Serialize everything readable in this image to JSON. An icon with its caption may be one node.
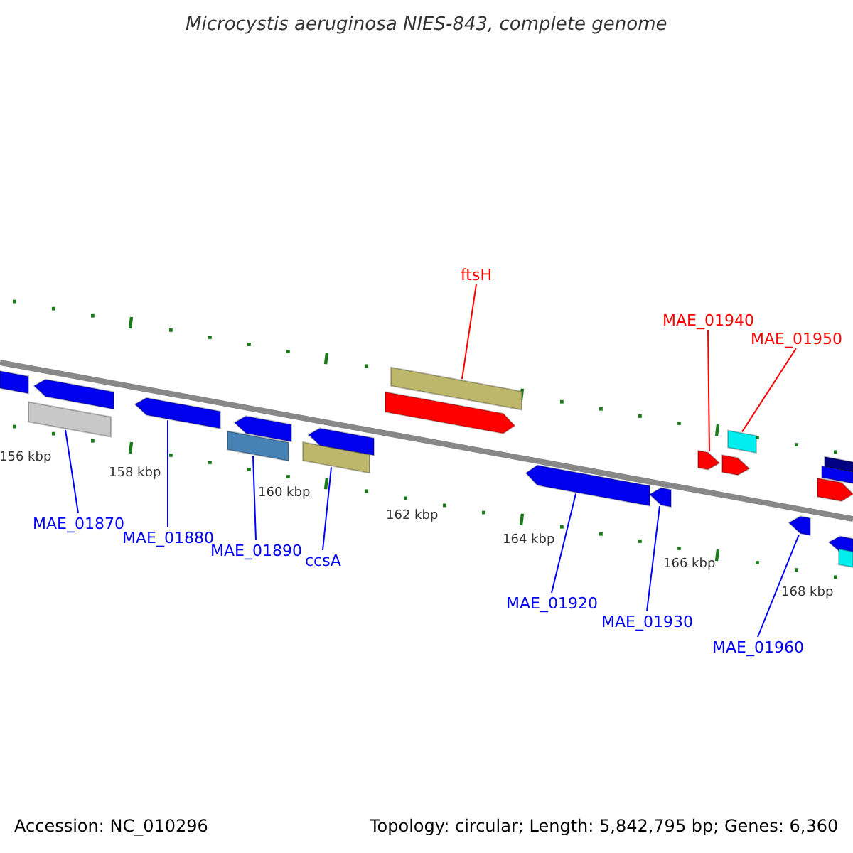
{
  "diagram": {
    "title": "Microcystis aeruginosa NIES-843, complete genome",
    "nodes": [
      {
        "text": [
          "ftsH"
        ]
      },
      {
        "text": [],
        "shape": "box"
      },
      {
        "text": [
          "MAE_01940"
        ]
      },
      {
        "text": [],
        "shape": "arrow"
      },
      {
        "text": [
          "MAE_01950"
        ]
      },
      {
        "text": [],
        "shape": "box"
      },
      {
        "text": [
          "MAE_01870"
        ]
      },
      {
        "text": [],
        "shape": "box"
      },
      {
        "text": [
          "MAE_01880"
        ]
      },
      {
        "text": [],
        "shape": "arrow"
      },
      {
        "text": [
          "MAE_01890"
        ]
      },
      {
        "text": [],
        "shape": "box"
      },
      {
        "text": [
          "ccsA"
        ]
      },
      {
        "text": [],
        "shape": "box"
      },
      {
        "text": [
          "MAE_01920"
        ]
      },
      {
        "text": [],
        "shape": "arrow"
      },
      {
        "text": [
          "MAE_01930"
        ]
      },
      {
        "text": [],
        "shape": "arrow"
      },
      {
        "text": [
          "MAE_01960"
        ]
      },
      {
        "text": [],
        "shape": "arrow"
      },
      {
        "text": [],
        "shape": "box"
      },
      {
        "text": [],
        "shape": "arrow"
      },
      {
        "text": [],
        "shape": "arrow"
      },
      {
        "text": [],
        "shape": "arrow"
      },
      {
        "text": [],
        "shape": "arrow"
      },
      {
        "text": [],
        "shape": "arrow"
      },
      {
        "text": [],
        "shape": "box"
      },
      {
        "text": [],
        "shape": "box"
      },
      {
        "text": [],
        "shape": "arrow"
      },
      {
        "text": [],
        "shape": "arrow"
      },
      {
        "text": [],
        "shape": "box"
      }
    ],
    "edges": [
      {
        "from": 0,
        "to": 1,
        "arrow": "none",
        "color": "#ff0000"
      },
      {
        "from": 2,
        "to": 3,
        "arrow": "none",
        "color": "#ff0000"
      },
      {
        "from": 4,
        "to": 5,
        "arrow": "none",
        "color": "#ff0000"
      },
      {
        "from": 6,
        "to": 7,
        "arrow": "none"
      },
      {
        "from": 8,
        "to": 9,
        "arrow": "none"
      },
      {
        "from": 10,
        "to": 11,
        "arrow": "none"
      },
      {
        "from": 12,
        "to": 13,
        "arrow": "none"
      },
      {
        "from": 14,
        "to": 15,
        "arrow": "none"
      },
      {
        "from": 16,
        "to": 17,
        "arrow": "none"
      },
      {
        "from": 18,
        "to": 19,
        "arrow": "none"
      }
    ],
    "labels": [
      "156 kbp",
      "158 kbp",
      "160 kbp",
      "162 kbp",
      "164 kbp",
      "166 kbp",
      "168 kbp",
      "Accession: NC_010296",
      "Topology: circular; Length: 5,842,795 bp; Genes: 6,360"
    ]
  }
}
